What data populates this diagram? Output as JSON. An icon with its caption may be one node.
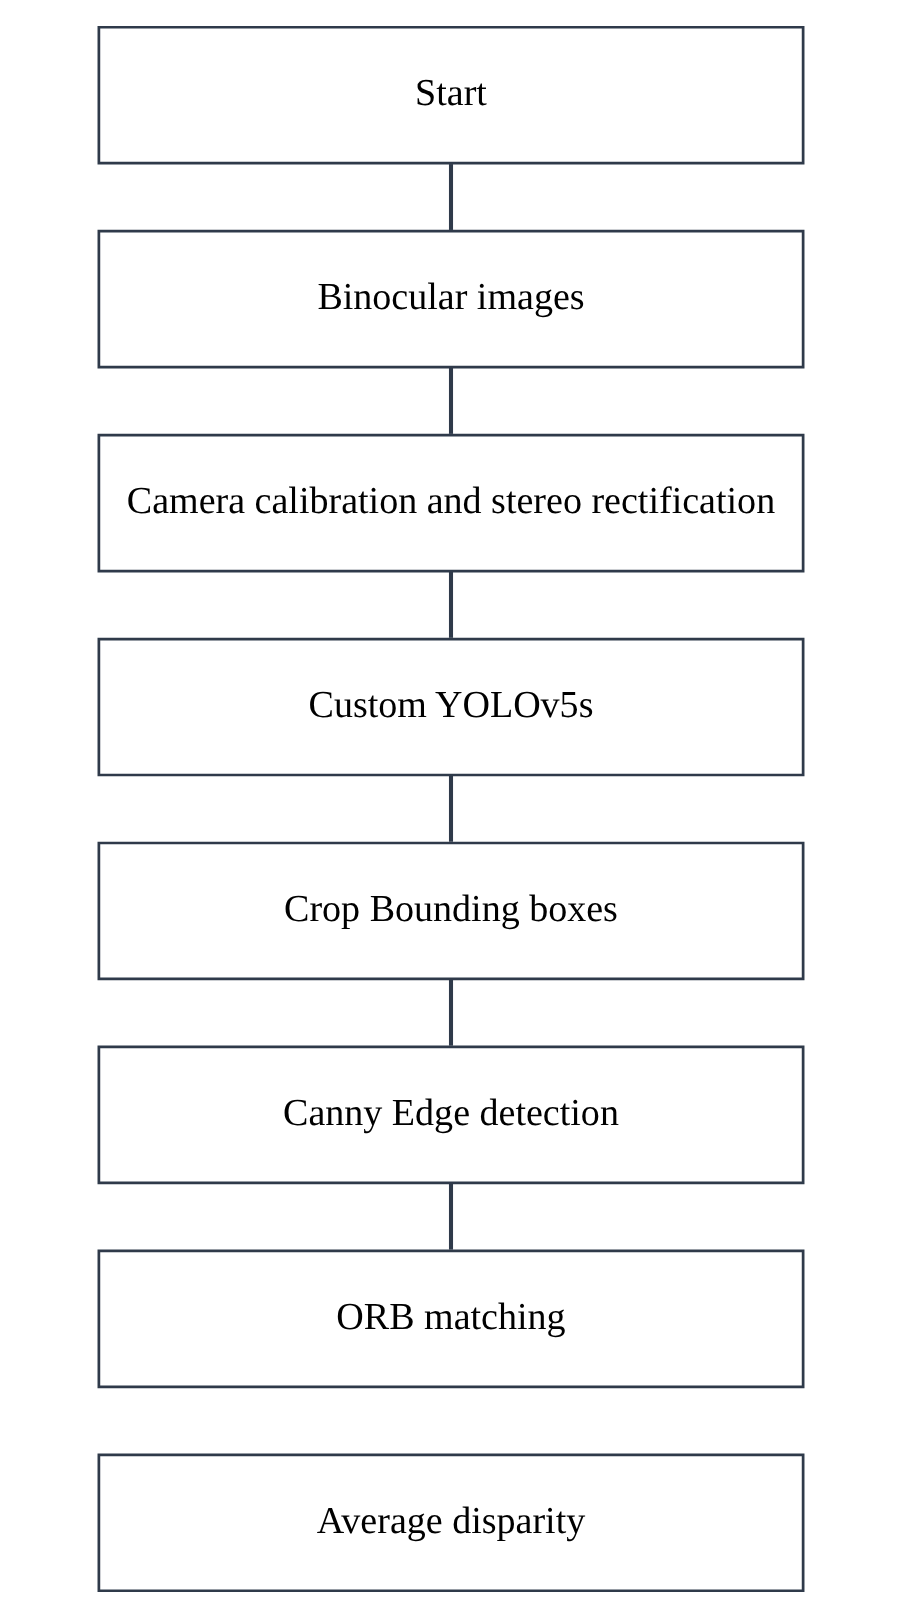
{
  "diagram": {
    "nodes": [
      {
        "text": [
          "Start"
        ]
      },
      {
        "text": [
          "Binocular images"
        ]
      },
      {
        "text": [
          "Camera calibration and stereo rectification"
        ]
      },
      {
        "text": [
          "Custom YOLOv5s"
        ]
      },
      {
        "text": [
          "Crop Bounding boxes"
        ]
      },
      {
        "text": [
          "Canny Edge detection"
        ]
      },
      {
        "text": [
          "ORB matching"
        ]
      },
      {
        "text": [
          "Average disparity"
        ]
      }
    ],
    "edges": [
      {
        "from": 0,
        "to": 1,
        "arrow": "none"
      },
      {
        "from": 1,
        "to": 2,
        "arrow": "none"
      },
      {
        "from": 2,
        "to": 3,
        "arrow": "none"
      },
      {
        "from": 3,
        "to": 4,
        "arrow": "none"
      },
      {
        "from": 4,
        "to": 5,
        "arrow": "none"
      },
      {
        "from": 5,
        "to": 6,
        "arrow": "none"
      }
    ]
  }
}
